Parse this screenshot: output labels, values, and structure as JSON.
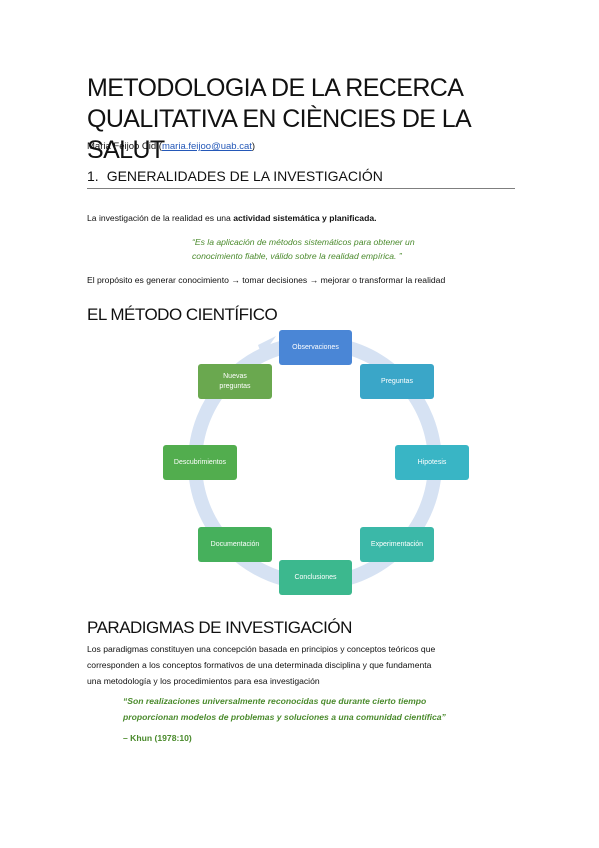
{
  "document": {
    "title_line1": "METODOLOGIA DE LA RECERCA",
    "title_line2": "QUALITATIVA EN CIÈNCIES DE LA SALUT",
    "author_name": "Maria Feijoo Cid (",
    "author_email": "maria.feijoo@uab.cat",
    "author_close": ")"
  },
  "section1": {
    "number": "1.",
    "heading": "GENERALIDADES DE LA INVESTIGACIÓN",
    "intro_prefix": "La investigación de la realidad es una ",
    "intro_bold": "actividad sistemática y planificada.",
    "quote_line1": "“Es la aplicación de métodos sistemáticos para obtener un",
    "quote_line2": "conocimiento fiable, válido sobre la realidad empírica. ”",
    "purpose": "El propósito es generar conocimiento → tomar decisiones → mejorar o transformar la realidad"
  },
  "section2": {
    "heading": "EL MÉTODO CIENTÍFICO",
    "cycle_nodes": [
      {
        "label": "Observaciones",
        "color": "#4a86d6"
      },
      {
        "label": "Preguntas",
        "color": "#3aa6c8"
      },
      {
        "label": "Hipotesis",
        "color": "#39b5c5"
      },
      {
        "label": "Experimentación",
        "color": "#3bb8a8"
      },
      {
        "label": "Conclusiones",
        "color": "#3cb88e"
      },
      {
        "label": "Documentación",
        "color": "#46b05c"
      },
      {
        "label": "Descubrimientos",
        "color": "#52ad4e"
      },
      {
        "label": "Nuevas preguntas",
        "color": "#6aa84f"
      }
    ],
    "ring_color": "#d6e2f3"
  },
  "section3": {
    "heading": "PARADIGMAS DE INVESTIGACIÓN",
    "line1": "Los paradigmas constituyen una concepción basada en principios y conceptos teóricos que",
    "line2": "corresponden a los conceptos formativos de una determinada disciplina y que fundamenta",
    "line3": "una metodología y los procedimientos para esa investigación",
    "quote_line1": "“Son realizaciones universalmente reconocidas que durante cierto tiempo",
    "quote_line2": "proporcionan modelos de problemas y soluciones a una comunidad científica”",
    "citation": "– Khun (1978:10)"
  }
}
